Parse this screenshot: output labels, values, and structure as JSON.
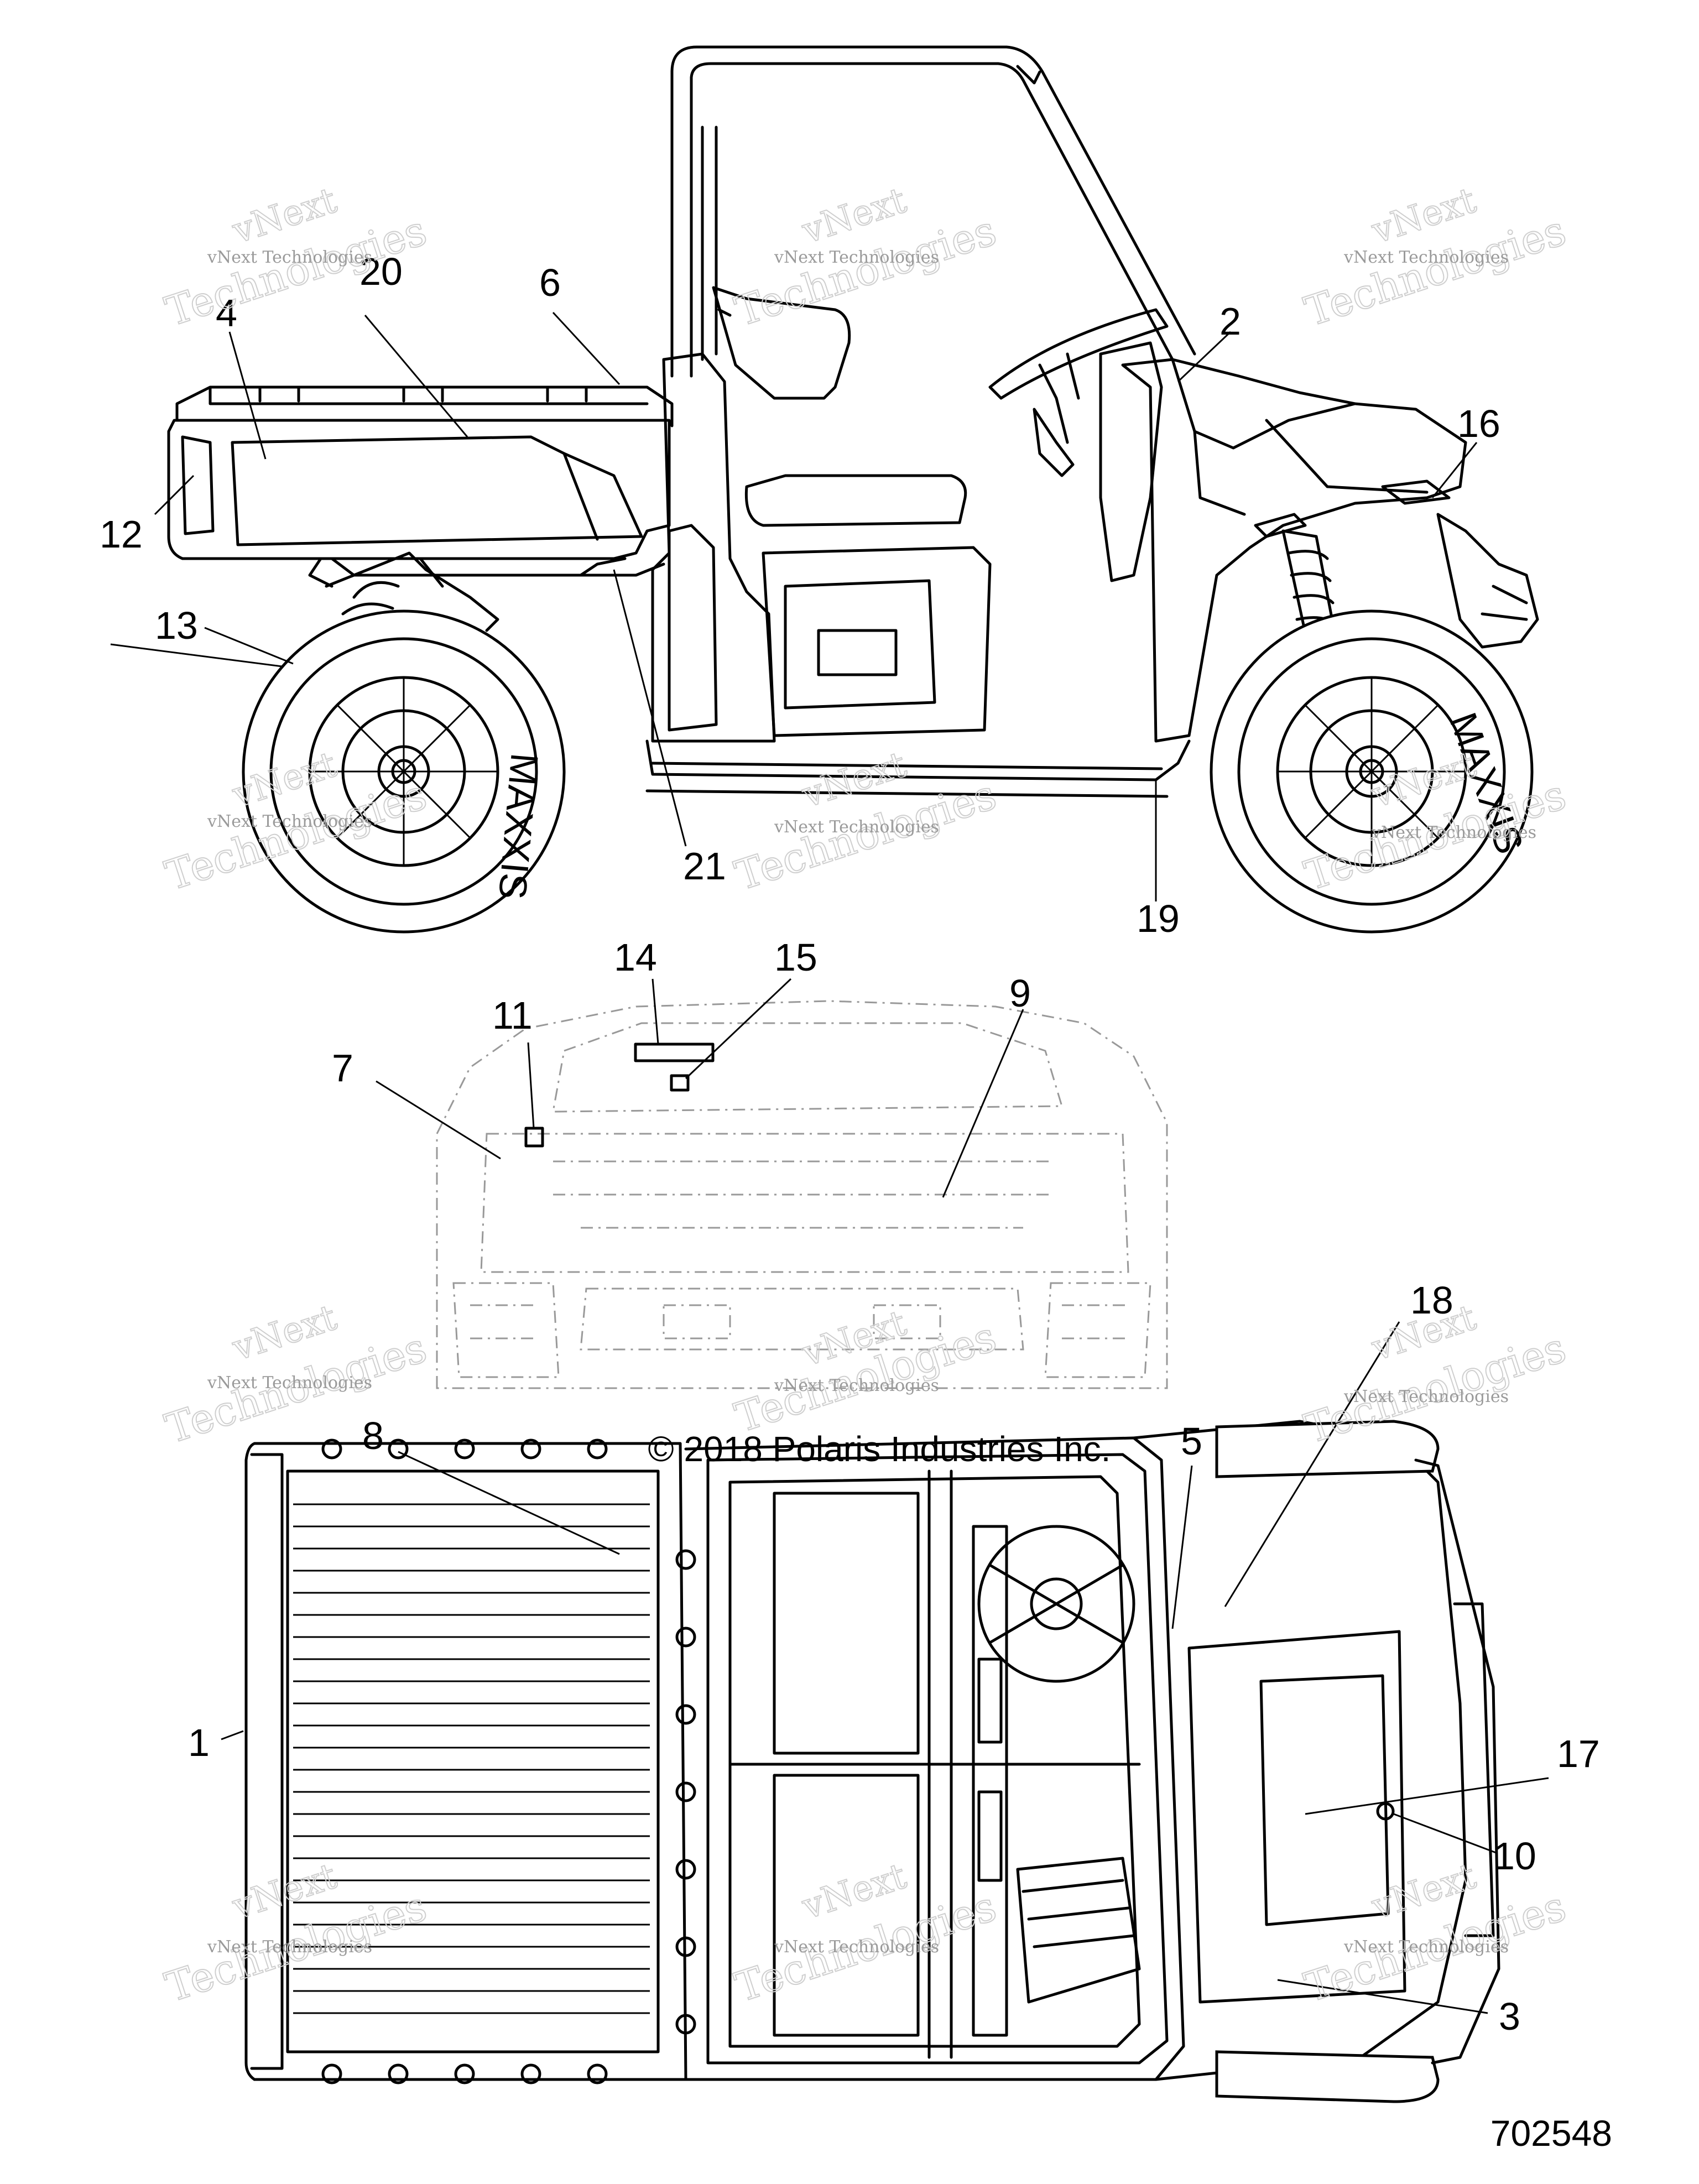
{
  "diagram": {
    "copyright": "© 2018 Polaris Industries Inc.",
    "part_number": "702548",
    "watermark_small": "vNext Technologies",
    "watermark_top": "vNext",
    "watermark_large": "Technologies",
    "callouts": [
      "1",
      "2",
      "3",
      "4",
      "5",
      "6",
      "7",
      "8",
      "9",
      "10",
      "11",
      "12",
      "13",
      "14",
      "15",
      "16",
      "17",
      "18",
      "19",
      "20",
      "21"
    ],
    "tire_brand": "MAXXIS"
  }
}
